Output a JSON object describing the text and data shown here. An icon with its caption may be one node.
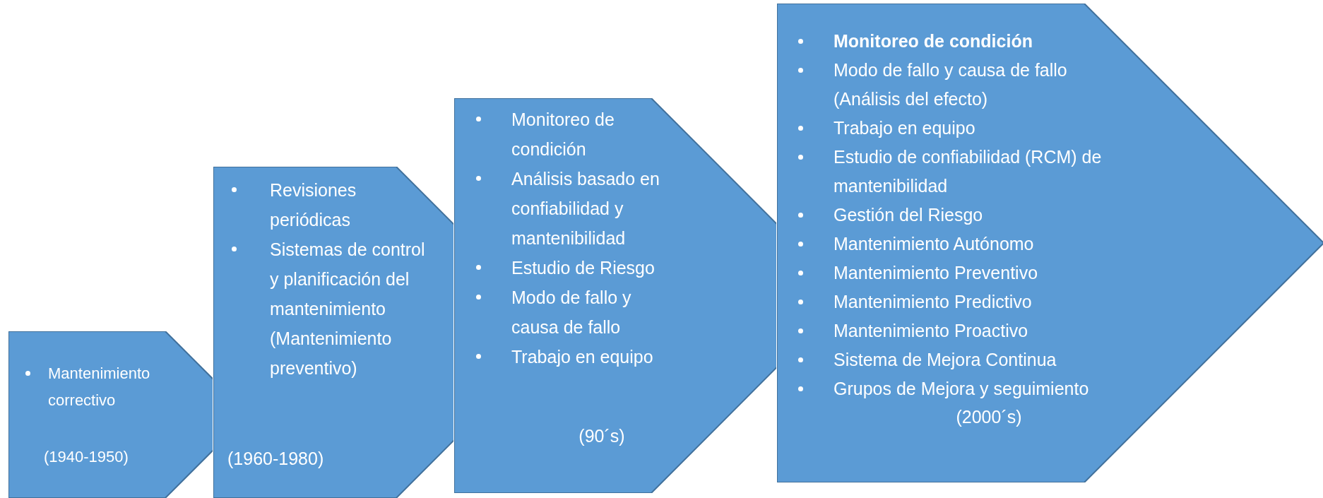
{
  "diagram": {
    "nodes": [
      {
        "text": [
          "Mantenimiento correctivo",
          "(1940-1950)"
        ]
      },
      {
        "text": [
          "Revisiones periódicas",
          "Sistemas de control y planificación del mantenimiento (Mantenimiento preventivo)",
          "(1960-1980)"
        ]
      },
      {
        "text": [
          "Monitoreo de condición",
          "Análisis basado en confiabilidad y mantenibilidad",
          "Estudio de Riesgo",
          "Modo de fallo y causa de fallo",
          "Trabajo en equipo",
          "(90´s)"
        ]
      },
      {
        "text": [
          "**Monitoreo de condición**",
          "Modo de fallo y causa de fallo (Análisis del efecto)",
          "Trabajo en equipo",
          "Estudio de confiabilidad (RCM) de mantenibilidad",
          "Gestión del Riesgo",
          "Mantenimiento Autónomo",
          "Mantenimiento Preventivo",
          "Mantenimiento Predictivo",
          "Mantenimiento Proactivo",
          "Sistema de Mejora Continua",
          "Grupos de Mejora y seguimiento",
          "(2000´s)"
        ]
      }
    ]
  }
}
